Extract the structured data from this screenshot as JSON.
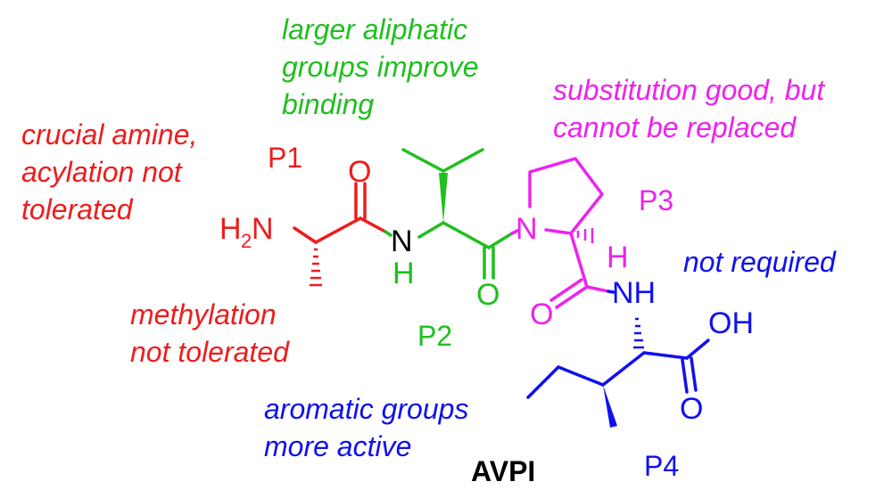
{
  "colors": {
    "p1": "#ee1c1c",
    "p2": "#1fbf1f",
    "p3": "#ee22ee",
    "p4": "#1010ee",
    "title": "#000000"
  },
  "annotations": {
    "p1_amine": [
      "crucial amine,",
      "acylation not",
      "tolerated"
    ],
    "p1_methyl": [
      "methylation",
      "not tolerated"
    ],
    "p2": [
      "larger aliphatic",
      "groups improve",
      "binding"
    ],
    "p3": [
      "substitution good, but",
      "cannot be replaced"
    ],
    "p4_carboxyl": [
      "not required"
    ],
    "p4_side": [
      "aromatic groups",
      "more active"
    ]
  },
  "labels": {
    "p1": "P1",
    "p2": "P2",
    "p3": "P3",
    "p4": "P4",
    "name": "AVPI"
  },
  "atoms": {
    "amine_h": "H",
    "amine_sub": "2",
    "amine_n": "N",
    "o1": "O",
    "nh1_n": "N",
    "nh1_h": "H",
    "o2": "O",
    "pro_n": "N",
    "pro_h": "H",
    "o3": "O",
    "nh2": "NH",
    "oh": "OH",
    "o4": "O"
  }
}
